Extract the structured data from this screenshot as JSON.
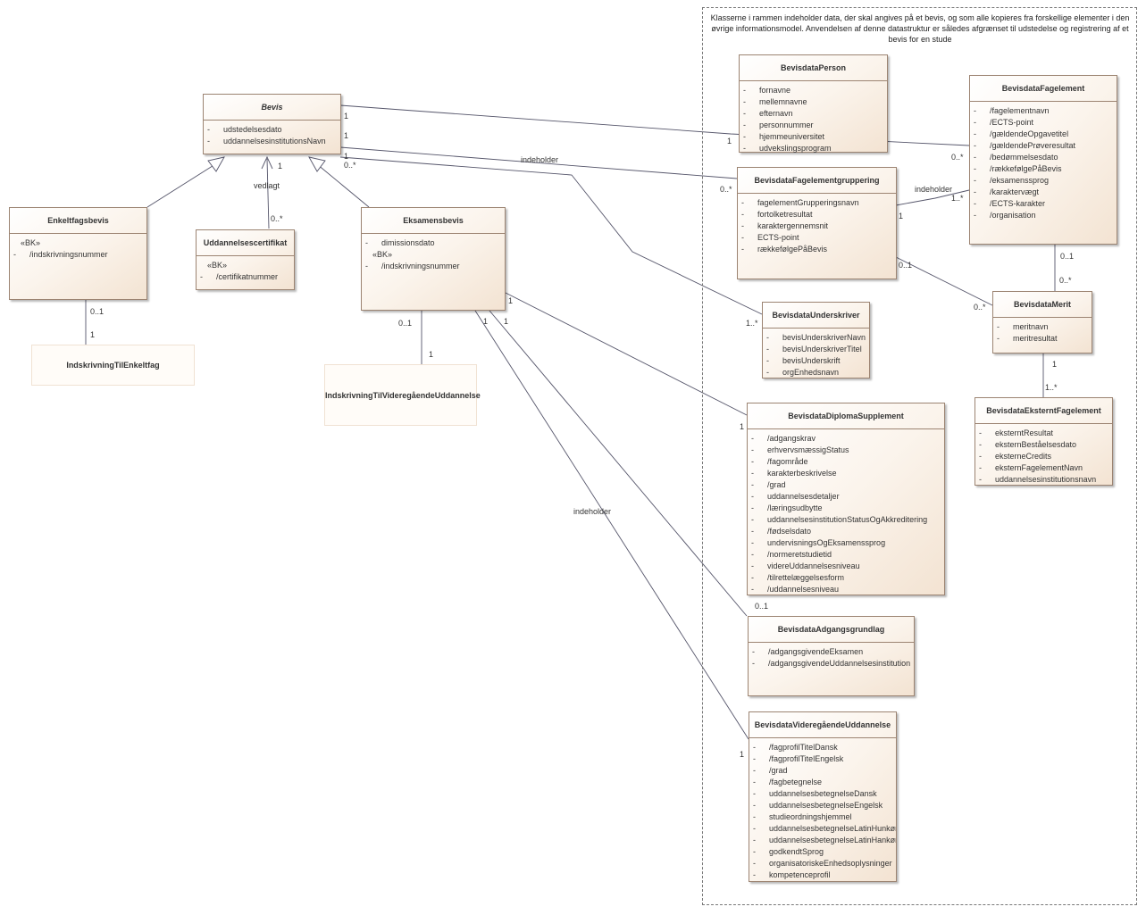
{
  "note": "Klasserne i rammen indeholder data, der skal angives på et bevis, og som alle kopieres fra forskellige elementer i den øvrige informationsmodel. Anvendelsen af denne datastruktur er således afgrænset til udstedelse og registrering af et bevis for en stude",
  "classes": {
    "bevis": {
      "name": "Bevis",
      "attrs": [
        {
          "m": "-",
          "n": "udstedelsesdato"
        },
        {
          "m": "-",
          "n": "uddannelsesinstitutionsNavn"
        }
      ]
    },
    "enkeltfagsbevis": {
      "name": "Enkeltfagsbevis",
      "stereo": "«BK»",
      "attrs": [
        {
          "m": "-",
          "n": "/indskrivningsnummer"
        }
      ]
    },
    "uddannelsescertifikat": {
      "name": "Uddannelsescertifikat",
      "stereo": "«BK»",
      "attrs": [
        {
          "m": "-",
          "n": "/certifikatnummer"
        }
      ]
    },
    "eksamensbevis": {
      "name": "Eksamensbevis",
      "attrs_top": [
        {
          "m": "-",
          "n": "dimissionsdato"
        }
      ],
      "stereo": "«BK»",
      "attrs": [
        {
          "m": "-",
          "n": "/indskrivningsnummer"
        }
      ]
    },
    "indskrivningEnkeltfag": {
      "name": "IndskrivningTilEnkeltfag"
    },
    "indskrivningVideregaaende": {
      "name": "IndskrivningTilVideregåendeUddannelse"
    },
    "person": {
      "name": "BevisdataPerson",
      "attrs": [
        {
          "m": "-",
          "n": "fornavne"
        },
        {
          "m": "-",
          "n": "mellemnavne"
        },
        {
          "m": "-",
          "n": "efternavn"
        },
        {
          "m": "-",
          "n": "personnummer"
        },
        {
          "m": "-",
          "n": "hjemmeuniversitet"
        },
        {
          "m": "-",
          "n": "udvekslingsprogram"
        }
      ]
    },
    "fagelement": {
      "name": "BevisdataFagelement",
      "attrs": [
        {
          "m": "-",
          "n": "/fagelementnavn"
        },
        {
          "m": "-",
          "n": "/ECTS-point"
        },
        {
          "m": "-",
          "n": "/gældendeOpgavetitel"
        },
        {
          "m": "-",
          "n": "/gældendePrøveresultat"
        },
        {
          "m": "-",
          "n": "/bedømmelsesdato"
        },
        {
          "m": "-",
          "n": "/rækkefølgePåBevis"
        },
        {
          "m": "-",
          "n": "/eksamenssprog"
        },
        {
          "m": "-",
          "n": "/karaktervægt"
        },
        {
          "m": "-",
          "n": "/ECTS-karakter"
        },
        {
          "m": "-",
          "n": "/organisation"
        }
      ]
    },
    "gruppering": {
      "name": "BevisdataFagelementgruppering",
      "attrs": [
        {
          "m": "-",
          "n": "fagelementGrupperingsnavn"
        },
        {
          "m": "-",
          "n": "fortolketresultat"
        },
        {
          "m": "-",
          "n": "karaktergennemsnit"
        },
        {
          "m": "-",
          "n": "ECTS-point"
        },
        {
          "m": "-",
          "n": "rækkefølgePåBevis"
        }
      ]
    },
    "merit": {
      "name": "BevisdataMerit",
      "attrs": [
        {
          "m": "-",
          "n": "meritnavn"
        },
        {
          "m": "-",
          "n": "meritresultat"
        }
      ]
    },
    "underskriver": {
      "name": "BevisdataUnderskriver",
      "attrs": [
        {
          "m": "-",
          "n": "bevisUnderskriverNavn"
        },
        {
          "m": "-",
          "n": "bevisUnderskriverTitel"
        },
        {
          "m": "-",
          "n": "bevisUnderskrift"
        },
        {
          "m": "-",
          "n": "orgEnhedsnavn"
        }
      ]
    },
    "eksterntFag": {
      "name": "BevisdataEksterntFagelement",
      "attrs": [
        {
          "m": "-",
          "n": "eksterntResultat"
        },
        {
          "m": "-",
          "n": "eksternBeståelsesdato"
        },
        {
          "m": "-",
          "n": "eksterneCredits"
        },
        {
          "m": "-",
          "n": "eksternFagelementNavn"
        },
        {
          "m": "-",
          "n": "uddannelsesinstitutionsnavn"
        }
      ]
    },
    "diploma": {
      "name": "BevisdataDiplomaSupplement",
      "attrs": [
        {
          "m": "-",
          "n": "/adgangskrav"
        },
        {
          "m": "-",
          "n": "erhvervsmæssigStatus"
        },
        {
          "m": "-",
          "n": "/fagområde"
        },
        {
          "m": "-",
          "n": "karakterbeskrivelse"
        },
        {
          "m": "-",
          "n": "/grad"
        },
        {
          "m": "-",
          "n": "uddannelsesdetaljer"
        },
        {
          "m": "-",
          "n": "/læringsudbytte"
        },
        {
          "m": "-",
          "n": "uddannelsesinstitutionStatusOgAkkreditering"
        },
        {
          "m": "-",
          "n": "/fødselsdato"
        },
        {
          "m": "-",
          "n": "undervisningsOgEksamenssprog"
        },
        {
          "m": "-",
          "n": "/normeretstudietid"
        },
        {
          "m": "-",
          "n": "videreUddannelsesniveau"
        },
        {
          "m": "-",
          "n": "/tilrettelæggelsesform"
        },
        {
          "m": "-",
          "n": "/uddannelsesniveau"
        }
      ]
    },
    "adgang": {
      "name": "BevisdataAdgangsgrundlag",
      "attrs": [
        {
          "m": "-",
          "n": "/adgangsgivendeEksamen"
        },
        {
          "m": "-",
          "n": "/adgangsgivendeUddannelsesinstitution"
        }
      ]
    },
    "videre": {
      "name": "BevisdataVideregåendeUddannelse",
      "attrs": [
        {
          "m": "-",
          "n": "/fagprofilTitelDansk"
        },
        {
          "m": "-",
          "n": "/fagprofilTitelEngelsk"
        },
        {
          "m": "-",
          "n": "/grad"
        },
        {
          "m": "-",
          "n": "/fagbetegnelse"
        },
        {
          "m": "-",
          "n": "uddannelsesbetegnelseDansk"
        },
        {
          "m": "-",
          "n": "uddannelsesbetegnelseEngelsk"
        },
        {
          "m": "-",
          "n": "studieordningshjemmel"
        },
        {
          "m": "-",
          "n": "uddannelsesbetegnelseLatinHunkøn"
        },
        {
          "m": "-",
          "n": "uddannelsesbetegnelseLatinHankøn"
        },
        {
          "m": "-",
          "n": "godkendtSprog"
        },
        {
          "m": "-",
          "n": "organisatoriskeEnhedsoplysninger"
        },
        {
          "m": "-",
          "n": "kompetenceprofil"
        }
      ]
    }
  },
  "labels": {
    "bevis_person_1": "1",
    "person_1": "1",
    "fagelement_0n": "0..*",
    "bevis_gruppe_1": "1",
    "gruppe_0n": "0..*",
    "bevis_under_1": "1",
    "bevis_under_0n": "0..*",
    "indeholder_top": "indeholder",
    "under_1n": "1..*",
    "vedlagt": "vedlagt",
    "vedlagt_1": "1",
    "vedlagt_0n": "0..*",
    "enkelt_01": "0..1",
    "enkelt_1": "1",
    "eks_01": "0..1",
    "eks_1": "1",
    "eks_diploma_1": "1",
    "diploma_1": "1",
    "eks_adgang_1": "1",
    "adgang_01": "0..1",
    "eks_videre_1": "1",
    "videre_1": "1",
    "indeholder_mid": "indeholder",
    "gruppe_ind_1": "1",
    "indeholder_right": "indeholder",
    "fag_1n": "1..*",
    "gruppe_merit_01": "0..1",
    "merit_0n": "0..*",
    "fag_merit_01": "0..1",
    "merit_fag_0n": "0..*",
    "merit_ekst_1": "1",
    "ekst_1n": "1..*"
  }
}
